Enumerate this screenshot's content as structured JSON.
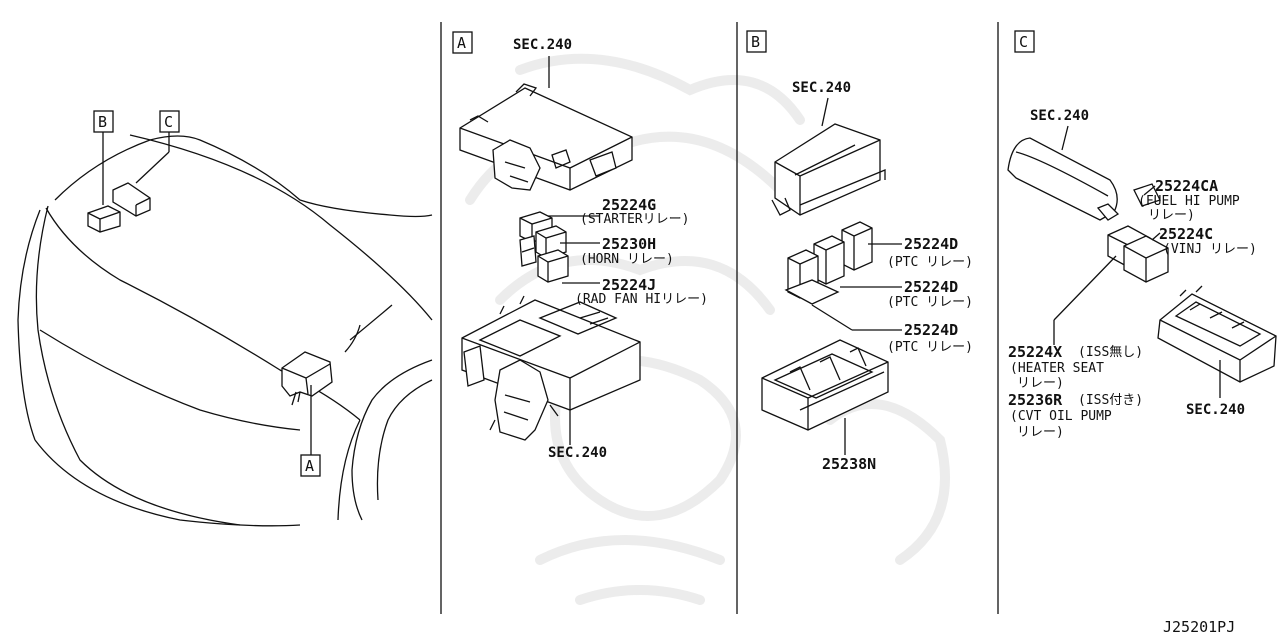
{
  "diagram_id": "J25201PJ",
  "overview": {
    "callouts": [
      "B",
      "C",
      "A"
    ]
  },
  "panel_a": {
    "tag": "A",
    "sec_top": "SEC.240",
    "sec_bottom": "SEC.240",
    "parts": [
      {
        "number": "25224G",
        "note": "(STARTERリレー)"
      },
      {
        "number": "25230H",
        "note": "(HORN リレー)"
      },
      {
        "number": "25224J",
        "note": "(RAD FAN HIリレー)"
      }
    ]
  },
  "panel_b": {
    "tag": "B",
    "sec_top": "SEC.240",
    "parts": [
      {
        "number": "25224D",
        "note": "(PTC リレー)"
      },
      {
        "number": "25224D",
        "note": "(PTC リレー)"
      },
      {
        "number": "25224D",
        "note": "(PTC リレー)"
      }
    ],
    "block_number": "25238N"
  },
  "panel_c": {
    "tag": "C",
    "sec_top": "SEC.240",
    "sec_bottom": "SEC.240",
    "part_ca": {
      "number": "25224CA",
      "line1": "(FUEL HI PUMP",
      "line2": "リレー)"
    },
    "part_c": {
      "number": "25224C",
      "note": "(VINJ リレー)"
    },
    "part_x": {
      "number": "25224X",
      "note": "(ISS無し)",
      "line1": "(HEATER SEAT",
      "line2": "リレー)"
    },
    "part_r": {
      "number": "25236R",
      "note": "(ISS付き)",
      "line1": "(CVT OIL PUMP",
      "line2": "リレー)"
    }
  }
}
